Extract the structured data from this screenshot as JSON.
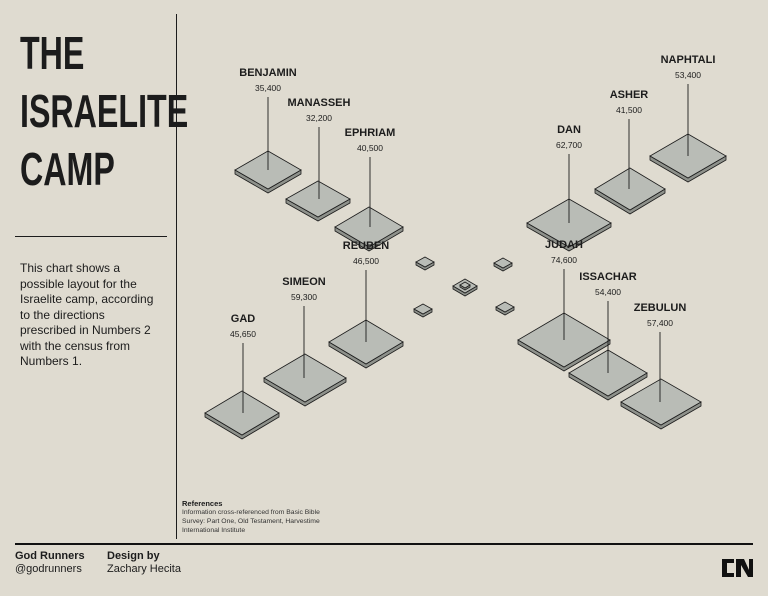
{
  "title": {
    "line1": "THE",
    "line2": "ISRAELITE",
    "line3": "CAMP"
  },
  "description": "This chart shows a possible layout for the Israelite camp, according to the directions prescribed in Numbers 2 with the census from Numbers 1.",
  "references": {
    "title": "References",
    "text": "Information cross-referenced from Basic Bible Survey: Part One, Old Testament, Harvestime International Institute"
  },
  "footer": {
    "left_title": "God Runners",
    "left_handle": "@godrunners",
    "design_label": "Design by",
    "designer": "Zachary Hecita",
    "logo_icon": "gr-logo-icon"
  },
  "colors": {
    "background": "#dfdbd0",
    "tile_top": "#b9bcb6",
    "tile_side": "#8e918b",
    "ink": "#1c1c1c"
  },
  "tribes": [
    {
      "name": "BENJAMIN",
      "population": "35,400"
    },
    {
      "name": "MANASSEH",
      "population": "32,200"
    },
    {
      "name": "EPHRIAM",
      "population": "40,500"
    },
    {
      "name": "REUBEN",
      "population": "46,500"
    },
    {
      "name": "SIMEON",
      "population": "59,300"
    },
    {
      "name": "GAD",
      "population": "45,650"
    },
    {
      "name": "DAN",
      "population": "62,700"
    },
    {
      "name": "ASHER",
      "population": "41,500"
    },
    {
      "name": "NAPHTALI",
      "population": "53,400"
    },
    {
      "name": "JUDAH",
      "population": "74,600"
    },
    {
      "name": "ISSACHAR",
      "population": "54,400"
    },
    {
      "name": "ZEBULUN",
      "population": "57,400"
    }
  ]
}
